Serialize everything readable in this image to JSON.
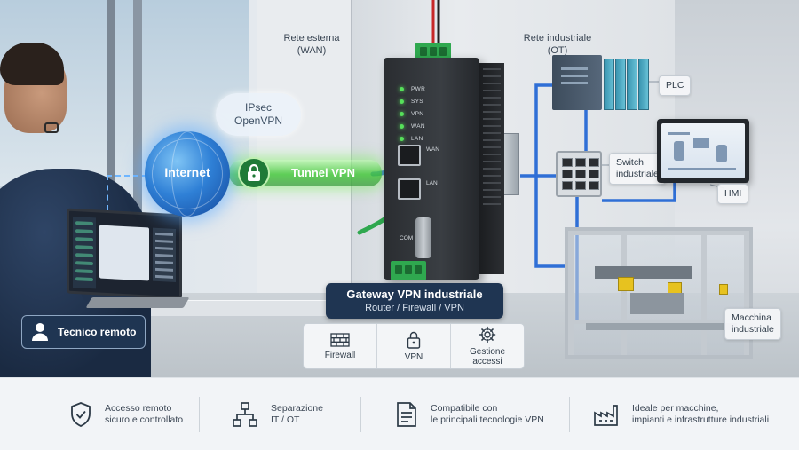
{
  "scene": {
    "globe_label": "Internet",
    "cloud_line1": "IPsec",
    "cloud_line2": "OpenVPN",
    "tunnel_label": "Tunnel VPN",
    "wan_zone_line1": "Rete esterna",
    "wan_zone_line2": "(WAN)",
    "ot_zone_line1": "Rete industriale",
    "ot_zone_line2": "(OT)"
  },
  "gateway": {
    "leds": [
      "PWR",
      "SYS",
      "VPN",
      "WAN",
      "LAN"
    ],
    "port_wan": "WAN",
    "port_lan": "LAN",
    "port_com": "COM",
    "title": "Gateway VPN industriale",
    "subtitle": "Router / Firewall / VPN"
  },
  "features": [
    {
      "icon": "firewall-icon",
      "label": "Firewall"
    },
    {
      "icon": "lock-icon",
      "label": "VPN"
    },
    {
      "icon": "gear-icon",
      "label_line1": "Gestione",
      "label_line2": "accessi"
    }
  ],
  "devices": {
    "plc": "PLC",
    "switch_line1": "Switch",
    "switch_line2": "industriale",
    "hmi": "HMI",
    "machine_line1": "Macchina",
    "machine_line2": "industriale"
  },
  "technician": {
    "label": "Tecnico remoto",
    "icon": "user-icon"
  },
  "bottom_bar": [
    {
      "icon": "shield-check-icon",
      "line1": "Accesso remoto",
      "line2": "sicuro e controllato"
    },
    {
      "icon": "network-hierarchy-icon",
      "line1": "Separazione",
      "line2": "IT / OT"
    },
    {
      "icon": "document-icon",
      "line1": "Compatibile con",
      "line2": "le principali tecnologie VPN"
    },
    {
      "icon": "factory-icon",
      "line1": "Ideale per macchine,",
      "line2": "impianti e infrastrutture industriali"
    }
  ],
  "colors": {
    "navy": "#1f3552",
    "vpn_green": "#46c83c",
    "cable_blue": "#2f6fd6",
    "cable_green": "#2fa84f",
    "internet_blue": "#2f80d6"
  }
}
